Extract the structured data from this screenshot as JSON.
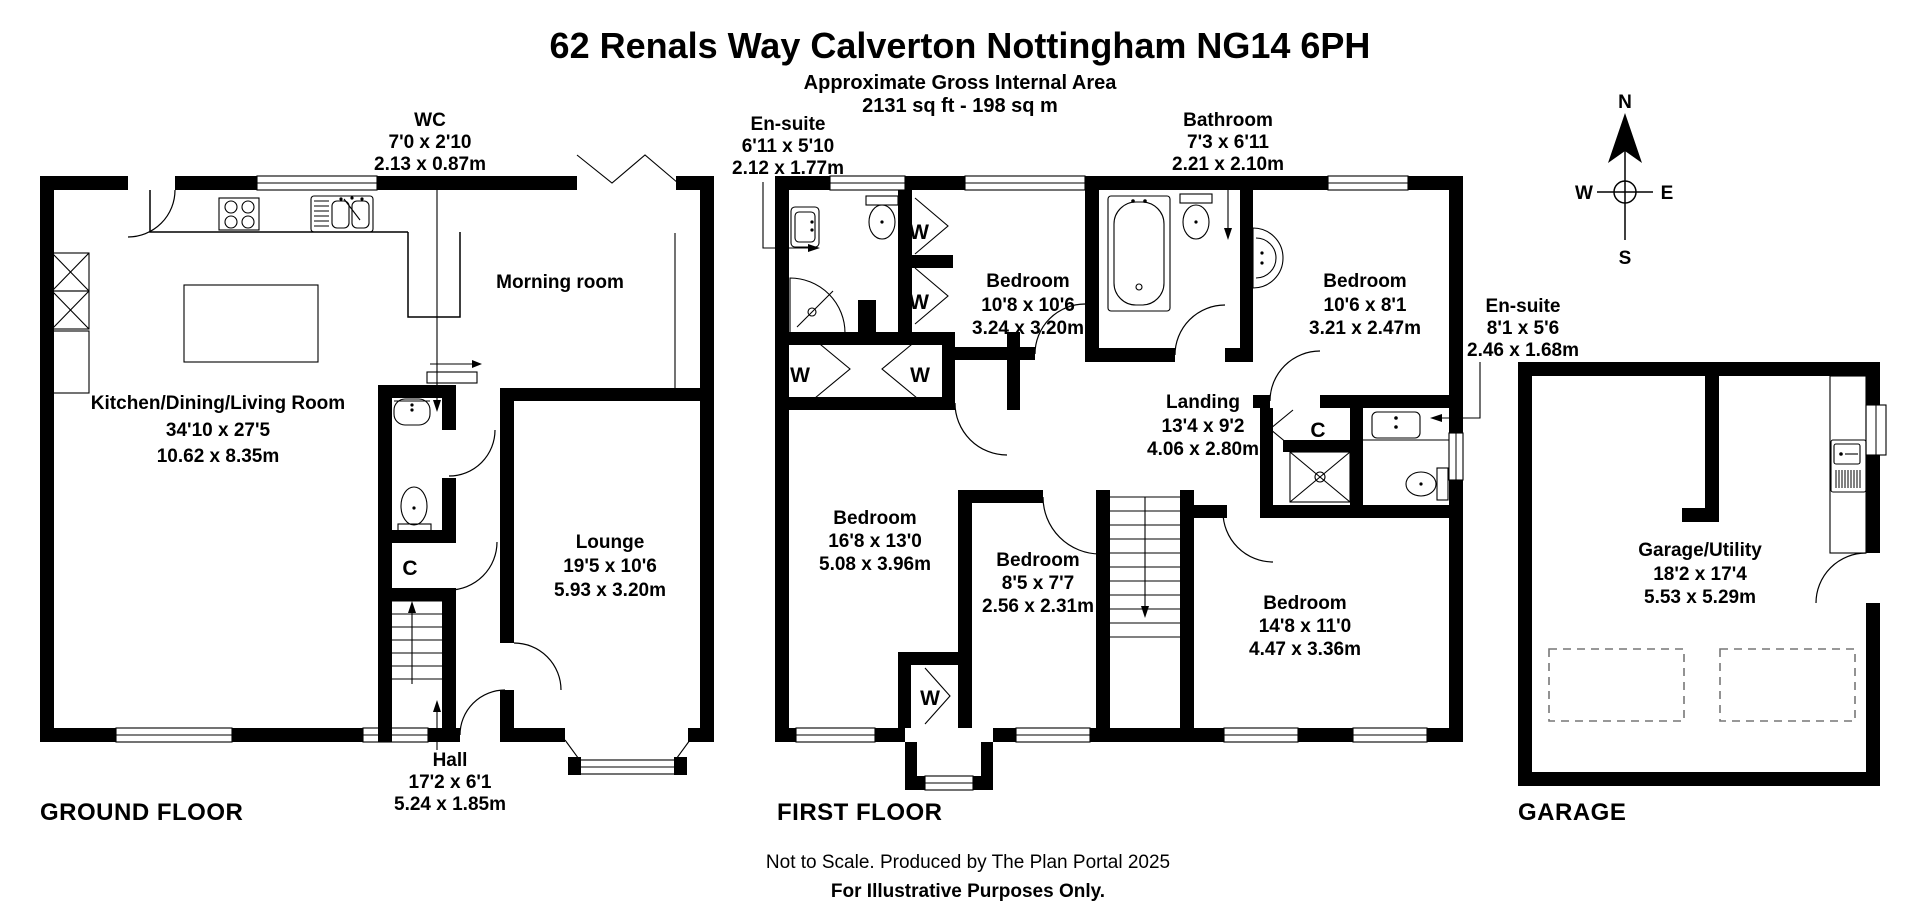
{
  "title": "62 Renals Way Calverton Nottingham NG14 6PH",
  "area": {
    "line1": "Approximate Gross Internal Area",
    "line2": "2131 sq ft - 198 sq m"
  },
  "floors": {
    "ground": {
      "section_label": "GROUND FLOOR",
      "cupboard_letter": "C",
      "rooms": {
        "kitchen": {
          "name": "Kitchen/Dining/Living Room",
          "imperial": "34'10 x 27'5",
          "metric": "10.62 x 8.35m"
        },
        "wc": {
          "name": "WC",
          "imperial": "7'0 x 2'10",
          "metric": "2.13 x 0.87m"
        },
        "morning_room": {
          "name": "Morning room"
        },
        "lounge": {
          "name": "Lounge",
          "imperial": "19'5 x 10'6",
          "metric": "5.93 x 3.20m"
        },
        "hall": {
          "name": "Hall",
          "imperial": "17'2 x 6'1",
          "metric": "5.24 x 1.85m"
        }
      }
    },
    "first": {
      "section_label": "FIRST FLOOR",
      "wardrobe_letter": "W",
      "cupboard_letter": "C",
      "rooms": {
        "ensuite_left": {
          "name": "En-suite",
          "imperial": "6'11 x 5'10",
          "metric": "2.12 x 1.77m"
        },
        "bedroom_top": {
          "name": "Bedroom",
          "imperial": "10'8 x 10'6",
          "metric": "3.24 x 3.20m"
        },
        "bathroom": {
          "name": "Bathroom",
          "imperial": "7'3 x 6'11",
          "metric": "2.21 x 2.10m"
        },
        "bedroom_right": {
          "name": "Bedroom",
          "imperial": "10'6 x 8'1",
          "metric": "3.21 x 2.47m"
        },
        "ensuite_right": {
          "name": "En-suite",
          "imperial": "8'1 x 5'6",
          "metric": "2.46 x 1.68m"
        },
        "landing": {
          "name": "Landing",
          "imperial": "13'4 x 9'2",
          "metric": "4.06 x 2.80m"
        },
        "bedroom_left": {
          "name": "Bedroom",
          "imperial": "16'8 x 13'0",
          "metric": "5.08 x 3.96m"
        },
        "bedroom_middle": {
          "name": "Bedroom",
          "imperial": "8'5 x 7'7",
          "metric": "2.56 x 2.31m"
        },
        "bedroom_bottom": {
          "name": "Bedroom",
          "imperial": "14'8 x 11'0",
          "metric": "4.47 x 3.36m"
        }
      }
    },
    "garage": {
      "section_label": "GARAGE",
      "rooms": {
        "garage_utility": {
          "name": "Garage/Utility",
          "imperial": "18'2 x 17'4",
          "metric": "5.53 x 5.29m"
        }
      }
    }
  },
  "compass": {
    "north": "N",
    "east": "E",
    "south": "S",
    "west": "W"
  },
  "footer": {
    "line1": "Not to Scale. Produced by The Plan Portal 2025",
    "line2": "For Illustrative Purposes Only."
  },
  "colors": {
    "wall": "#000000",
    "background": "#ffffff"
  }
}
